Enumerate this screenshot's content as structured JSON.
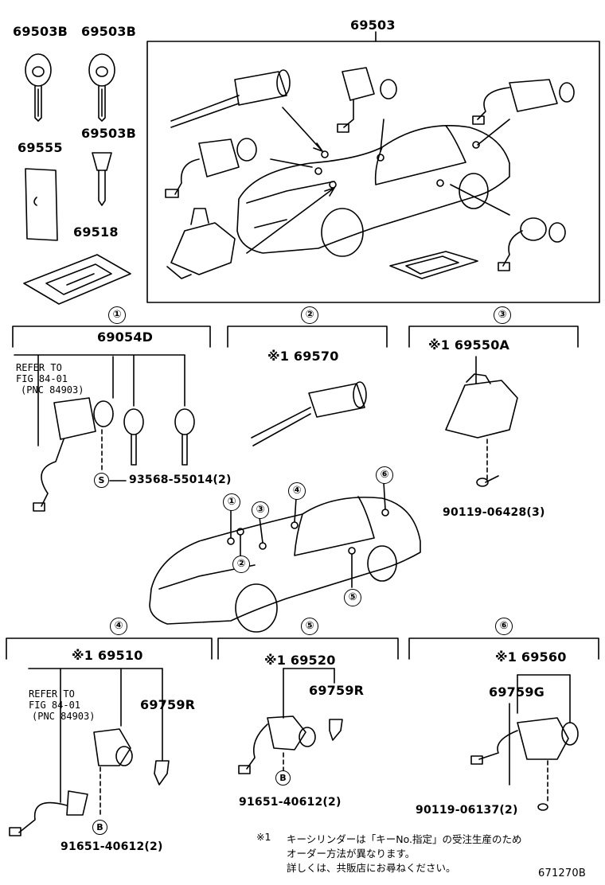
{
  "top_parts": {
    "key_a": "69503B",
    "key_b": "69503B",
    "assembly": "69503",
    "key_blank": "69503B",
    "plate": "69555",
    "holder": "69518"
  },
  "sections": {
    "s1": {
      "mark": "①",
      "part": "69054D",
      "refer": [
        "REFER TO",
        "FIG 84-01",
        "(PNC 84903)"
      ],
      "screw_mark": "S",
      "screw": "93568-55014(2)"
    },
    "s2": {
      "mark": "②",
      "part": "※1 69570"
    },
    "s3": {
      "mark": "③",
      "part": "※1 69550A",
      "bolt": "90119-06428(3)"
    },
    "s4": {
      "mark": "④",
      "part": "※1 69510",
      "refer": [
        "REFER TO",
        "FIG 84-01",
        "(PNC 84903)"
      ],
      "sub": "69759R",
      "b_mark": "B",
      "bolt": "91651-40612(2)"
    },
    "s5": {
      "mark": "⑤",
      "part": "※1 69520",
      "sub": "69759R",
      "b_mark": "B",
      "bolt": "91651-40612(2)"
    },
    "s6": {
      "mark": "⑥",
      "part": "※1 69560",
      "sub": "69759G",
      "bolt": "90119-06137(2)"
    }
  },
  "car_marks": [
    "①",
    "②",
    "③",
    "④",
    "⑤",
    "⑥"
  ],
  "footnote": {
    "mark": "※1",
    "line1": "キーシリンダーは「キーNo.指定」の受注生産のため",
    "line2": "オーダー方法が異なります。",
    "line3": "詳しくは、共販店にお尋ねください。"
  },
  "figure_code": "671270B"
}
